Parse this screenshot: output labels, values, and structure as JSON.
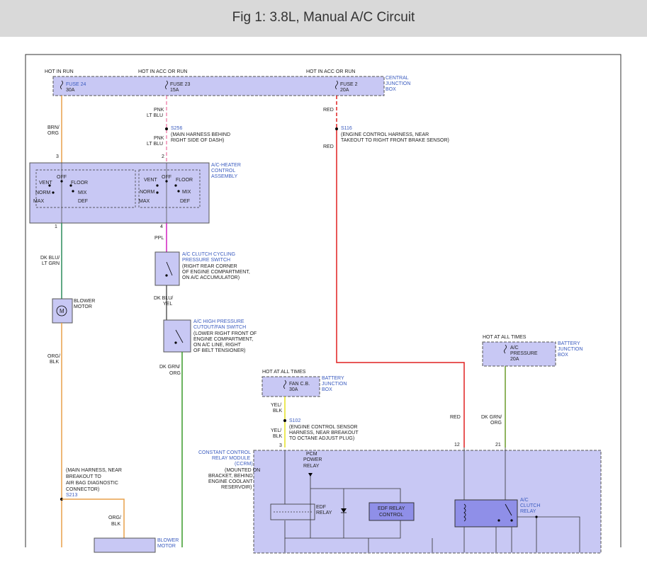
{
  "header": {
    "title": "Fig 1: 3.8L, Manual A/C Circuit"
  },
  "colors": {
    "box_fill": "#c8c8f4",
    "box_stroke": "#555555",
    "label_blue": "#3a5bbf",
    "wire_orange": "#e8a04a",
    "wire_pink": "#f08ab0",
    "wire_red": "#e02020",
    "wire_green": "#3a9a2a",
    "wire_purple": "#d020c0",
    "wire_olive": "#6a9a2a",
    "wire_yellow": "#e6e020",
    "header_bg": "#d9d9d9"
  },
  "labels": {
    "hot_in_run": "HOT IN RUN",
    "hot_acc_run_1": "HOT IN ACC OR RUN",
    "hot_acc_run_2": "HOT IN ACC OR RUN",
    "fuse24": "FUSE 24",
    "fuse24_amp": "30A",
    "fuse23": "FUSE 23",
    "fuse23_amp": "15A",
    "fuse2": "FUSE 2",
    "fuse2_amp": "20A",
    "cjb_1": "CENTRAL",
    "cjb_2": "JUNCTION",
    "cjb_3": "BOX",
    "w_brn_1": "BRN/",
    "w_brn_2": "ORG",
    "w_pnk_1": "PNK",
    "w_pnk_2": "LT BLU",
    "w_pnk_3": "PNK",
    "w_pnk_4": "LT BLU",
    "s256": "S256",
    "s256_d1": "(MAIN HARNESS BEHIND",
    "s256_d2": "RIGHT SIDE OF DASH)",
    "w_red_1": "RED",
    "w_red_2": "RED",
    "s116": "S116",
    "s116_d1": "(ENGINE CONTROL HARNESS, NEAR",
    "s116_d2": "TAKEOUT TO RIGHT FRONT BRAKE SENSOR)",
    "pin3": "3",
    "pin2": "2",
    "pin1": "1",
    "pin4": "4",
    "ach_1": "A/C-HEATER",
    "ach_2": "CONTROL",
    "ach_3": "ASSEMBLY",
    "off_a": "OFF",
    "vent_a": "VENT",
    "floor_a": "FLOOR",
    "norm_a": "NORM",
    "mix_a": "MIX",
    "max_a": "MAX",
    "def_a": "DEF",
    "off_b": "OFF",
    "vent_b": "VENT",
    "floor_b": "FLOOR",
    "norm_b": "NORM",
    "mix_b": "MIX",
    "max_b": "MAX",
    "def_b": "DEF",
    "w_dkblu_1": "DK BLU/",
    "w_dkblu_2": "LT GRN",
    "w_ppl": "PPL",
    "accc_1": "A/C CLUTCH CYCLING",
    "accc_2": "PRESSURE SWITCH",
    "accc_3": "(RIGHT REAR CORNER",
    "accc_4": "OF ENGINE COMPARTMENT,",
    "accc_5": "ON A/C ACCUMULATOR)",
    "blower_1": "BLOWER",
    "blower_2": "MOTOR",
    "w_dkbluyel_1": "DK BLU/",
    "w_dkbluyel_2": "YEL",
    "achp_1": "A/C HIGH PRESSURE",
    "achp_2": "CUTOUT/FAN SWITCH",
    "achp_3": "(LOWER RIGHT FRONT OF",
    "achp_4": "ENGINE COMPARTMENT,",
    "achp_5": "ON A/C LINE, RIGHT",
    "achp_6": "OF BELT TENSIONER)",
    "w_orgblk_1": "ORG/",
    "w_orgblk_2": "BLK",
    "w_dkgrn_1": "DK GRN/",
    "w_dkgrn_2": "ORG",
    "hot_all_1": "HOT AT ALL TIMES",
    "hot_all_2": "HOT AT ALL TIMES",
    "acp_1": "A/C",
    "acp_2": "PRESSURE",
    "acp_3": "20A",
    "bjb1_1": "BATTERY",
    "bjb1_2": "JUNCTION",
    "bjb1_3": "BOX",
    "fancb_1": "FAN C.B.",
    "fancb_2": "30A",
    "bjb2_1": "BATTERY",
    "bjb2_2": "JUNCTION",
    "bjb2_3": "BOX",
    "w_yelblk_1": "YEL/",
    "w_yelblk_2": "BLK",
    "s102": "S102",
    "s102_d1": "(ENGINE CONTROL SENSOR",
    "s102_d2": "HARNESS, NEAR BREAKOUT",
    "s102_d3": "TO OCTANE ADJUST PLUG)",
    "w_yelblk_3": "YEL/",
    "w_yelblk_4": "BLK",
    "w_red_3": "RED",
    "w_dkgrnorg_1": "DK GRN/",
    "w_dkgrnorg_2": "ORG",
    "pin12": "12",
    "pin21": "21",
    "pin3b": "3",
    "ccrm_1": "CONSTANT CONTROL",
    "ccrm_2": "RELAY MODULE",
    "ccrm_3": "(CCRM)",
    "ccrm_4": "(MOUNTED ON",
    "ccrm_5": "BRACKET, BEHIND",
    "ccrm_6": "ENGINE COOLANT",
    "ccrm_7": "RESERVOIR)",
    "pcm_1": "PCM",
    "pcm_2": "POWER",
    "pcm_3": "RELAY",
    "edf_relay_1": "EDF",
    "edf_relay_2": "RELAY",
    "edf_ctrl_1": "EDF RELAY",
    "edf_ctrl_2": "CONTROL",
    "acclutch_1": "A/C",
    "acclutch_2": "CLUTCH",
    "acclutch_3": "RELAY",
    "mh_1": "(MAIN HARNESS, NEAR",
    "mh_2": "BREAKOUT TO",
    "mh_3": "AIR BAG DIAGNOSTIC",
    "mh_4": "CONNECTOR)",
    "s213": "S213",
    "w_orgblk_3": "ORG/",
    "w_orgblk_4": "BLK",
    "blower2_1": "BLOWER",
    "blower2_2": "MOTOR"
  }
}
